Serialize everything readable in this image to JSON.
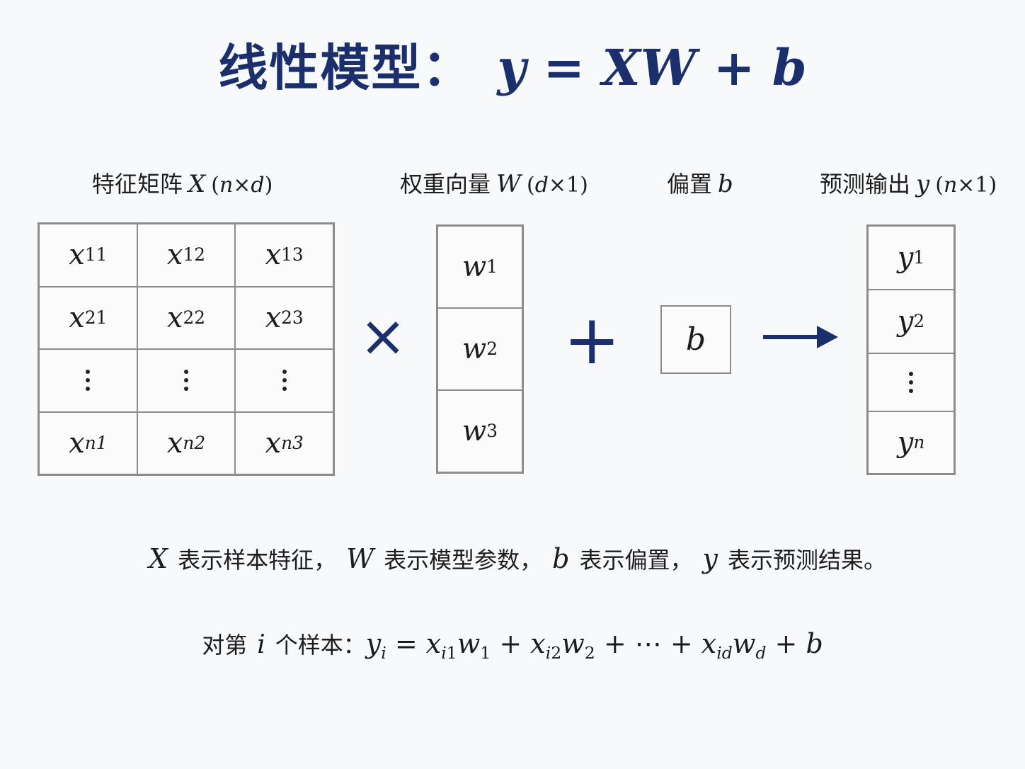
{
  "title": {
    "cn": "线性模型：",
    "equation": "y = XW + b"
  },
  "labels": {
    "feature_matrix": {
      "text": "特征矩阵",
      "symbol": "X",
      "dims": [
        "n",
        "×",
        "d"
      ]
    },
    "weight_vector": {
      "text": "权重向量",
      "symbol": "W",
      "dims": [
        "d",
        "×",
        "1"
      ]
    },
    "bias": {
      "text": "偏置",
      "symbol": "b"
    },
    "prediction": {
      "text": "预测输出",
      "symbol": "y",
      "dims": [
        "n",
        "×",
        "1"
      ]
    }
  },
  "matrix_x": {
    "rows": [
      [
        {
          "base": "x",
          "sub": "11"
        },
        {
          "base": "x",
          "sub": "12"
        },
        {
          "base": "x",
          "sub": "13"
        }
      ],
      [
        {
          "base": "x",
          "sub": "21"
        },
        {
          "base": "x",
          "sub": "22"
        },
        {
          "base": "x",
          "sub": "23"
        }
      ],
      [
        "⋮",
        "⋮",
        "⋮"
      ],
      [
        {
          "base": "x",
          "sub": "n1"
        },
        {
          "base": "x",
          "sub": "n2"
        },
        {
          "base": "x",
          "sub": "n3"
        }
      ]
    ]
  },
  "vector_w": [
    {
      "base": "w",
      "sub": "1"
    },
    {
      "base": "w",
      "sub": "2"
    },
    {
      "base": "w",
      "sub": "3"
    }
  ],
  "bias_cell": "b",
  "vector_y": [
    {
      "base": "y",
      "sub": "1"
    },
    {
      "base": "y",
      "sub": "2"
    },
    "⋮",
    {
      "base": "y",
      "sub": "n"
    }
  ],
  "operators": {
    "times": "×",
    "plus": "+",
    "arrow": "→"
  },
  "description": [
    {
      "math": "X",
      "text": "表示样本特征，"
    },
    {
      "math": "W",
      "text": "表示模型参数，"
    },
    {
      "math": "b",
      "text": "表示偏置，"
    },
    {
      "math": "y",
      "text": "表示预测结果。"
    }
  ],
  "formula": {
    "prefix": "对第",
    "index": "i",
    "suffix": "个样本：",
    "expression": "y_i = x_i1 w_1 + x_i2 w_2 + ⋯ + x_id w_d + b"
  },
  "colors": {
    "accent": "#1a2f6b",
    "grid_border": "#8c8c8c",
    "text": "#1c1c1c"
  }
}
